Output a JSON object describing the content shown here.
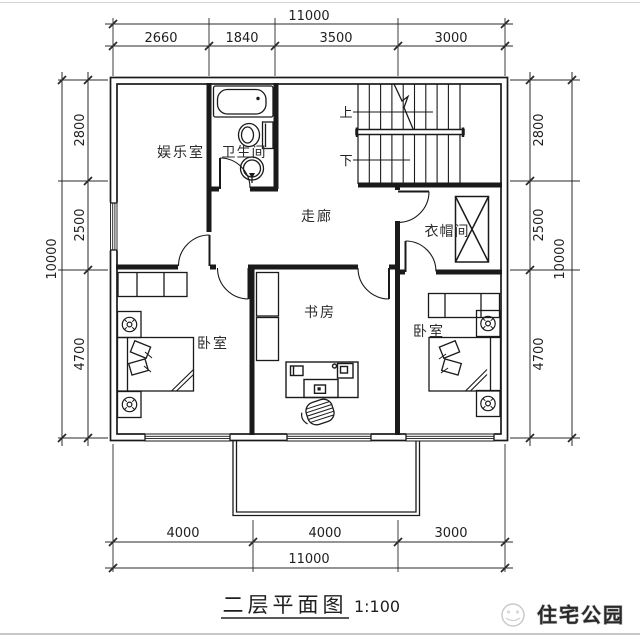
{
  "drawing": {
    "title": "二层平面图",
    "scale": "1:100",
    "watermark": "住宅公园"
  },
  "rooms": {
    "entertainment": "娱乐室",
    "bathroom": "卫生间",
    "corridor": "走廊",
    "cloakroom": "衣帽间",
    "study": "书房",
    "bedroom_left": "卧室",
    "bedroom_right": "卧室"
  },
  "stairs": {
    "up_label": "上",
    "down_label": "下"
  },
  "dimensions": {
    "top": {
      "total": "11000",
      "segments": [
        "2660",
        "1840",
        "3500",
        "3000"
      ]
    },
    "bottom": {
      "total": "11000",
      "segments": [
        "4000",
        "4000",
        "3000"
      ]
    },
    "left": {
      "total": "10000",
      "segments": [
        "2800",
        "2500",
        "4700"
      ]
    },
    "right": {
      "total": "10000",
      "segments": [
        "2800",
        "2500",
        "4700"
      ]
    }
  },
  "colors": {
    "line": "#1a1a1a",
    "dim": "#2a2a2a",
    "watermark_stroke": "#c0c0c0"
  },
  "icons": {
    "watermark_logo": "house-park-logo-icon"
  }
}
